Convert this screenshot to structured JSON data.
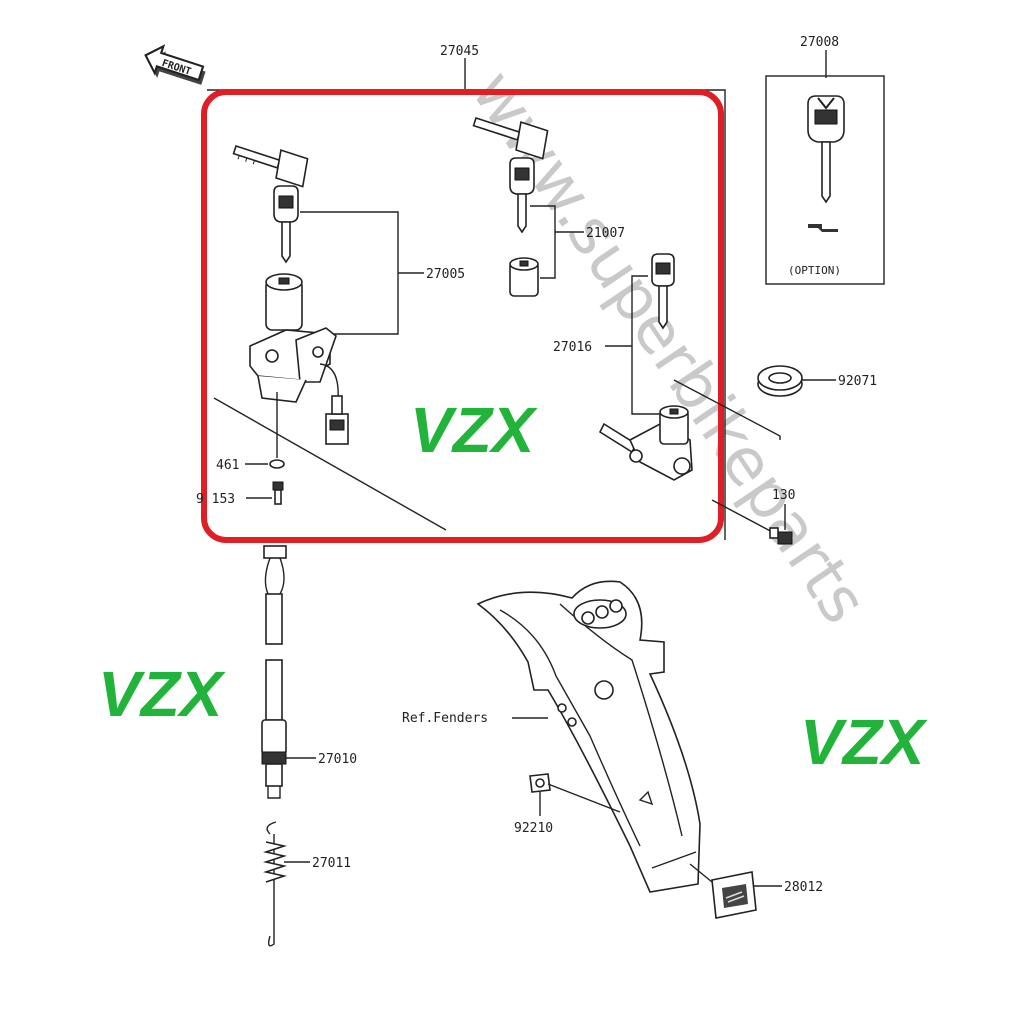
{
  "front_arrow": "FRONT",
  "watermark_url": "www.superbikeparts",
  "watermarks": [
    "VZX",
    "VZX",
    "VZX"
  ],
  "colors": {
    "highlight": "#e01e26",
    "watermark": "#22b33a",
    "line": "#222222"
  },
  "parts": [
    {
      "id": "27045",
      "label": "27045"
    },
    {
      "id": "27008",
      "label": "27008"
    },
    {
      "id": "option",
      "label": "(OPTION)"
    },
    {
      "id": "27005",
      "label": "27005"
    },
    {
      "id": "21007",
      "label": "21007"
    },
    {
      "id": "27016",
      "label": "27016"
    },
    {
      "id": "92071",
      "label": "92071"
    },
    {
      "id": "461",
      "label": "461"
    },
    {
      "id": "153",
      "label": "9 153"
    },
    {
      "id": "130",
      "label": "130"
    },
    {
      "id": "27010",
      "label": "27010"
    },
    {
      "id": "27011",
      "label": "27011"
    },
    {
      "id": "ref-fenders",
      "label": "Ref.Fenders"
    },
    {
      "id": "92210",
      "label": "92210"
    },
    {
      "id": "28012",
      "label": "28012"
    }
  ]
}
